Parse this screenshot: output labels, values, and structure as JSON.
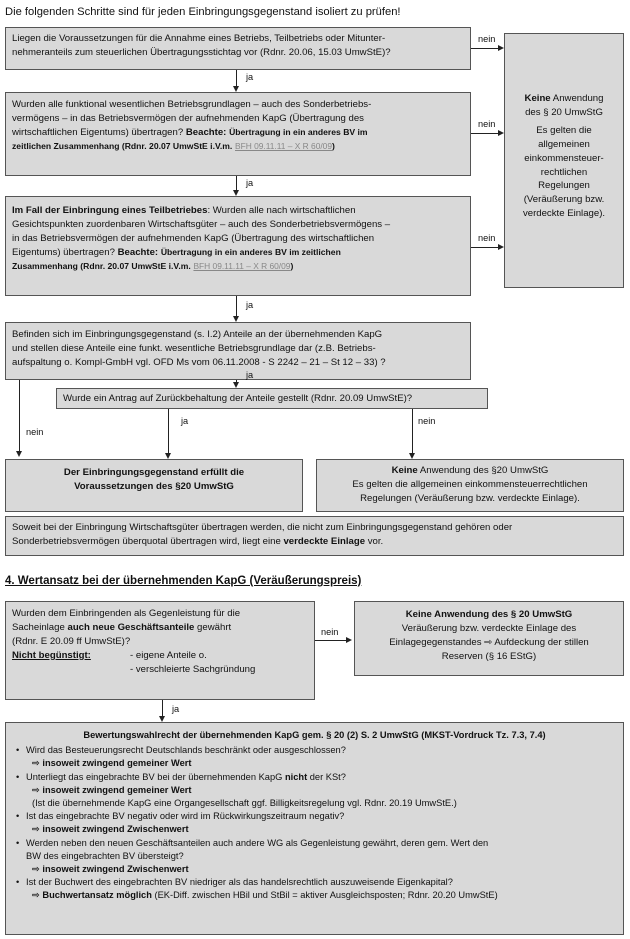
{
  "heading": "Die folgenden Schritte sind für jeden Einbringungsgegenstand isoliert zu prüfen!",
  "labels": {
    "ja": "ja",
    "nein": "nein"
  },
  "q1": {
    "line1": "Liegen die Voraussetzungen für die Annahme eines Betriebs, Teilbetriebs oder Mitunter-",
    "line2": "nehmeranteils zum steuerlichen Übertragungsstichtag vor (Rdnr. 20.06, 15.03 UmwStE)?"
  },
  "q2": {
    "line1": "Wurden alle funktional wesentlichen Betriebsgrundlagen – auch des Sonderbetriebs-",
    "line2": "vermögens – in das Betriebsvermögen der aufnehmenden KapG (Übertragung des",
    "line3a": "wirtschaftlichen Eigentums) übertragen?",
    "beachte": "Beachte:",
    "line3b": "Übertragung in ein anderes BV im",
    "line4a": "zeitlichen Zusammenhang (Rdnr. 20.07 UmwStE i.V.m.",
    "ref": "BFH 09.11.11 – X R 60/09",
    "line4b": ")"
  },
  "q3": {
    "lead": "Im Fall der Einbringung eines Teilbetriebes",
    "line1": ": Wurden alle nach wirtschaftlichen",
    "line2": "Gesichtspunkten zuordenbaren Wirtschaftsgüter – auch des Sonderbetriebsvermögens –",
    "line3": "in das Betriebsvermögen der aufnehmenden KapG (Übertragung des wirtschaftlichen",
    "line4a": "Eigentums) übertragen?",
    "beachte": "Beachte:",
    "line4b": "Übertragung in ein anderes BV im zeitlichen",
    "line5a": "Zusammenhang (Rdnr. 20.07 UmwStE i.V.m.",
    "ref": "BFH 09.11.11 – X R 60/09",
    "line5b": ")"
  },
  "keine1": {
    "keine": "Keine",
    "line1": " Anwendung",
    "line2": "des § 20 UmwStG",
    "line3": "Es gelten die",
    "line4": "allgemeinen",
    "line5": "einkommensteuer-",
    "line6": "rechtlichen",
    "line7": "Regelungen",
    "line8": "(Veräußerung bzw.",
    "line9": "verdeckte Einlage)."
  },
  "q4": {
    "line1": "Befinden sich im Einbringungsgegenstand (s. I.2) Anteile an der übernehmenden KapG",
    "line2": "und stellen diese Anteile eine funkt. wesentliche Betriebsgrundlage dar (z.B. Betriebs-",
    "line3": "aufspaltung o. Kompl-GmbH vgl. OFD Ms vom 06.11.2008 - S 2242 – 21 – St 12 – 33) ?"
  },
  "q5": {
    "text": "Wurde ein Antrag auf Zurückbehaltung der Anteile gestellt (Rdnr. 20.09 UmwStE)?"
  },
  "result_ok": {
    "line1": "Der Einbringungsgegenstand erfüllt die",
    "line2": "Voraussetzungen des §20 UmwStG"
  },
  "result_no": {
    "keine": "Keine",
    "line1": " Anwendung des §20 UmwStG",
    "line2": "Es gelten die allgemeinen einkommensteuerrechtlichen",
    "line3": "Regelungen (Veräußerung bzw. verdeckte Einlage)."
  },
  "note": {
    "line1": "Soweit bei der Einbringung Wirtschaftsgüter übertragen werden, die nicht zum Einbringungsgegenstand gehören oder",
    "line2a": "Sonderbetriebsvermögen überquotal übertragen wird, liegt eine",
    "bold": "verdeckte Einlage",
    "line2b": " vor."
  },
  "section4": {
    "title": "4. Wertansatz bei der übernehmenden KapG (Veräußerungspreis)"
  },
  "q6": {
    "line1": "Wurden dem Einbringenden als Gegenleistung für die",
    "line2a": "Sacheinlage",
    "line2b": "auch neue Geschäftsanteile",
    "line2c": " gewährt",
    "line3": "(Rdnr. E 20.09 ff UmwStE)?",
    "nb": "Nicht begünstigt:",
    "nb1": "- eigene Anteile o.",
    "nb2": "- verschleierte Sachgründung"
  },
  "keine2": {
    "title": "Keine Anwendung des § 20 UmwStG",
    "line1": "Veräußerung bzw. verdeckte Einlage des",
    "line2": "Einlagegegenstandes ⇨ Aufdeckung der stillen",
    "line3": "Reserven (§ 16 EStG)"
  },
  "bew": {
    "title": "Bewertungswahlrecht der übernehmenden KapG  gem. § 20 (2) S. 2 UmwStG (MKST-Vordruck Tz. 7.3, 7.4)",
    "i1": "Wird das Besteuerungsrecht Deutschlands beschränkt oder ausgeschlossen?",
    "i1r": "⇨  insoweit zwingend gemeiner Wert",
    "i2a": "Unterliegt das eingebrachte BV bei der übernehmenden KapG",
    "i2b": "nicht",
    "i2c": " der KSt?",
    "i2r": "⇨  insoweit  zwingend gemeiner Wert",
    "i2n": "(Ist die übernehmende KapG eine Organgesellschaft ggf. Billigkeitsregelung vgl. Rdnr. 20.19 UmwStE.)",
    "i3": "Ist das eingebrachte BV negativ oder wird im Rückwirkungszeitraum negativ?",
    "i3r": "⇨  insoweit zwingend Zwischenwert",
    "i4a": "Werden neben den  neuen Geschäftsanteilen auch andere WG als Gegenleistung gewährt, deren gem. Wert den",
    "i4b": "BW des eingebrachten BV übersteigt?",
    "i4r": "⇨  insoweit zwingend Zwischenwert",
    "i5": "Ist der Buchwert des eingebrachten BV niedriger als das handelsrechtlich auszuweisende Eigenkapital?",
    "i5r1": "⇨ Buchwertansatz möglich",
    "i5r2": " (EK-Diff. zwischen HBil und StBil = aktiver Ausgleichsposten; Rdnr. 20.20 UmwStE)"
  }
}
